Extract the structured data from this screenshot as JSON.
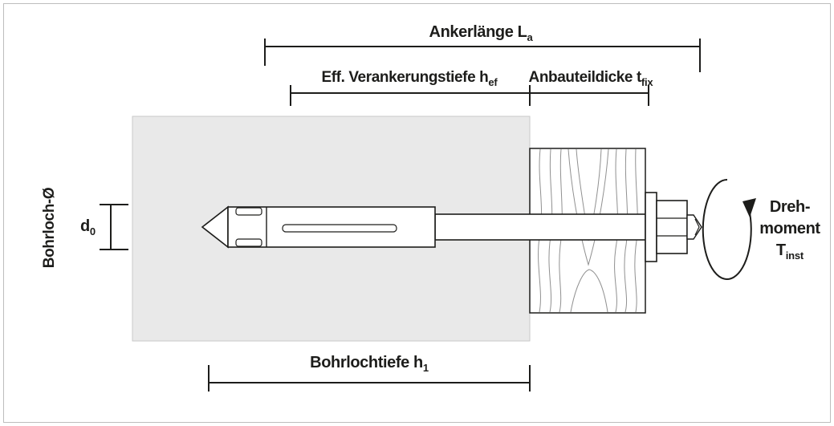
{
  "labels": {
    "anchor_length": {
      "main": "Ankerlänge L",
      "sub": "a"
    },
    "embedment_depth": {
      "main": "Eff. Verankerungstiefe h",
      "sub": "ef"
    },
    "fixture_thickness": {
      "main": "Anbauteildicke t",
      "sub": "fix"
    },
    "borehole_diameter": {
      "axis": "Bohrloch-Ø",
      "symbol": "d",
      "sub": "0"
    },
    "borehole_depth": {
      "main": "Bohrlochtiefe h",
      "sub": "1"
    },
    "torque": {
      "line1": "Dreh-",
      "line2": "moment",
      "symbol": "T",
      "sub": "inst"
    }
  },
  "colors": {
    "line": "#1d1d1b",
    "concrete_fill": "#e9e9e9",
    "concrete_edge": "#c9c9c9",
    "wood_grain": "#909090",
    "background": "#ffffff",
    "frame": "#bdbdbd"
  }
}
